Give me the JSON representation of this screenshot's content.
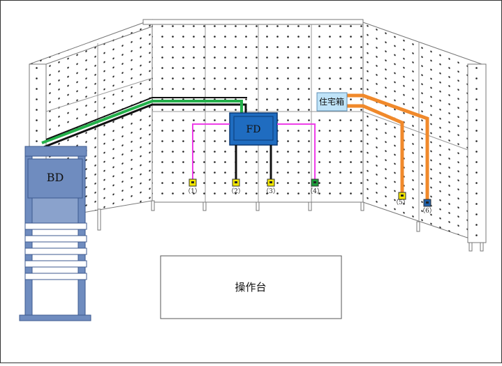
{
  "labels": {
    "bd": "BD",
    "fd": "FD",
    "home_box": "住宅箱",
    "workbench": "操作台"
  },
  "outlets": [
    {
      "id": "1",
      "label": "（1）",
      "color": "#f2e600"
    },
    {
      "id": "2",
      "label": "（2）",
      "color": "#f2e600"
    },
    {
      "id": "3",
      "label": "（3）",
      "color": "#f2e600"
    },
    {
      "id": "4",
      "label": "（4）",
      "color": "#1e9e3c"
    },
    {
      "id": "5",
      "label": "（5）",
      "color": "#f2e600"
    },
    {
      "id": "6",
      "label": "（6）",
      "color": "#1f5fa8"
    }
  ],
  "colors": {
    "panel_fill": "#ffffff",
    "panel_stroke": "#7a7a7a",
    "rack_fill": "#6f8cbf",
    "rack_dark": "#3c5a8f",
    "fd_fill": "#1f6cc0",
    "home_box_fill": "#bfe3f8",
    "green_cable": "#23b04a",
    "orange_cable": "#f0892b",
    "magenta_cable": "#ee3ee8",
    "black_cable": "#111111"
  },
  "icons": {
    "outlet": "network-outlet-icon"
  }
}
